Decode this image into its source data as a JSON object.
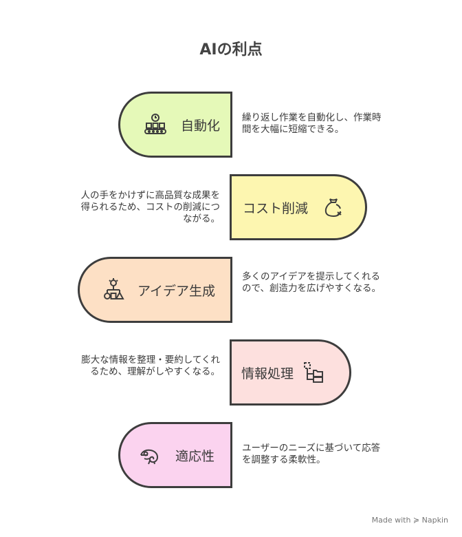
{
  "title": "AIの利点",
  "items": [
    {
      "label": "自動化",
      "description": "繰り返し作業を自動化し、作業時間を大幅に短縮できる。",
      "color": "#e5f9b8",
      "icon": "conveyor-icon"
    },
    {
      "label": "コスト削減",
      "description": "人の手をかけずに高品質な成果を得られるため、コストの削減につながる。",
      "color": "#fdf6b0",
      "icon": "money-bag-icon"
    },
    {
      "label": "アイデア生成",
      "description": "多くのアイデアを提示してくれるので、創造力を広げやすくなる。",
      "color": "#fde0c5",
      "icon": "idea-shapes-icon"
    },
    {
      "label": "情報処理",
      "description": "膨大な情報を整理・要約してくれるため、理解がしやすくなる。",
      "color": "#fde0de",
      "icon": "folder-tree-icon"
    },
    {
      "label": "適応性",
      "description": "ユーザーのニーズに基づいて応答を調整する柔軟性。",
      "color": "#fbd3ef",
      "icon": "chameleon-icon"
    }
  ],
  "footer": "Made with ≽ Napkin"
}
